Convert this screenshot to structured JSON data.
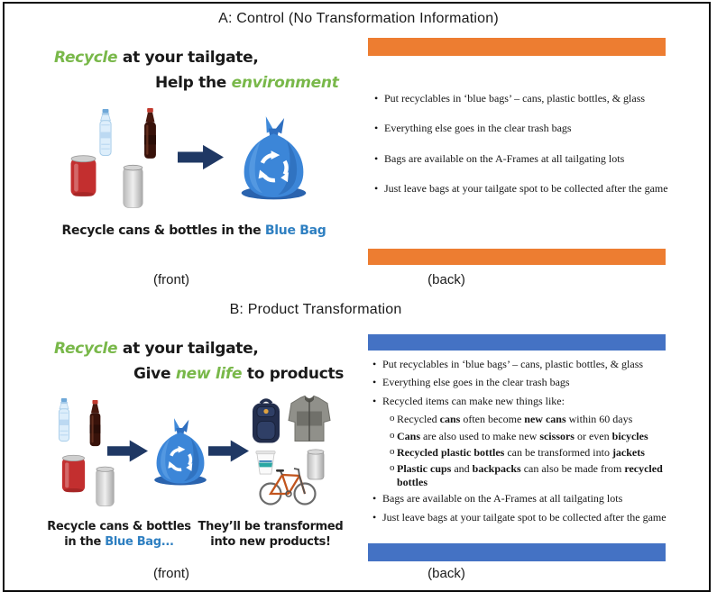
{
  "colors": {
    "orange_bar": "#ED7D31",
    "blue_bar": "#4472C4",
    "green_accent": "#79B84A",
    "blue_text": "#2E7FC1",
    "arrow_navy": "#1F3864",
    "bag_blue": "#3C86D8"
  },
  "section_a": {
    "title": "A: Control (No Transformation Information)",
    "front": {
      "headline1": [
        {
          "t": "Recycle",
          "b": true,
          "i": true,
          "c": "#79B84A"
        },
        {
          "t": " at your tailgate,",
          "b": true
        }
      ],
      "headline2": [
        {
          "t": "Help the ",
          "b": true
        },
        {
          "t": "environment",
          "b": true,
          "i": true,
          "c": "#79B84A"
        }
      ],
      "caption": [
        {
          "t": "Recycle cans & bottles in the ",
          "b": true
        },
        {
          "t": "Blue Bag",
          "b": true,
          "c": "#2E7FC1"
        }
      ],
      "label": "(front)"
    },
    "back": {
      "bullets": [
        "Put recyclables in ‘blue bags’ – cans, plastic bottles, & glass",
        "Everything else goes in the clear trash bags",
        "Bags are available on the A-Frames at all tailgating lots",
        "Just leave bags at your tailgate spot to be collected after the game"
      ],
      "label": "(back)"
    }
  },
  "section_b": {
    "title": "B: Product Transformation",
    "front": {
      "headline1": [
        {
          "t": "Recycle",
          "b": true,
          "i": true,
          "c": "#79B84A"
        },
        {
          "t": " at your tailgate,",
          "b": true
        }
      ],
      "headline2": [
        {
          "t": "Give ",
          "b": true
        },
        {
          "t": "new life",
          "b": true,
          "i": true,
          "c": "#79B84A"
        },
        {
          "t": " to products",
          "b": true
        }
      ],
      "caption_left_line1": [
        {
          "t": "Recycle cans & bottles",
          "b": true
        }
      ],
      "caption_left_line2": [
        {
          "t": "in the ",
          "b": true
        },
        {
          "t": "Blue Bag...",
          "b": true,
          "c": "#2E7FC1"
        }
      ],
      "caption_right_line1": [
        {
          "t": "They’ll be transformed",
          "b": true
        }
      ],
      "caption_right_line2": [
        {
          "t": "into new products!",
          "b": true
        }
      ],
      "label": "(front)"
    },
    "back": {
      "bullets": [
        {
          "indent": 0,
          "segments": [
            {
              "t": "Put recyclables in ‘blue bags’ – cans, plastic bottles, & glass"
            }
          ]
        },
        {
          "indent": 0,
          "segments": [
            {
              "t": "Everything else goes in the clear trash bags"
            }
          ]
        },
        {
          "indent": 0,
          "segments": [
            {
              "t": "Recycled items can make new things like:"
            }
          ]
        },
        {
          "indent": 1,
          "segments": [
            {
              "t": "Recycled "
            },
            {
              "t": "cans",
              "b": true
            },
            {
              "t": " often become "
            },
            {
              "t": "new cans",
              "b": true
            },
            {
              "t": " within 60 days"
            }
          ]
        },
        {
          "indent": 1,
          "segments": [
            {
              "t": "Cans",
              "b": true
            },
            {
              "t": " are also used to make new "
            },
            {
              "t": "scissors",
              "b": true
            },
            {
              "t": " or even "
            },
            {
              "t": "bicycles",
              "b": true
            }
          ]
        },
        {
          "indent": 1,
          "segments": [
            {
              "t": "Recycled plastic bottles",
              "b": true
            },
            {
              "t": " can be transformed into "
            },
            {
              "t": "jackets",
              "b": true
            }
          ]
        },
        {
          "indent": 1,
          "segments": [
            {
              "t": "Plastic cups",
              "b": true
            },
            {
              "t": " and "
            },
            {
              "t": "backpacks",
              "b": true
            },
            {
              "t": " can also be made from "
            },
            {
              "t": "recycled bottles",
              "b": true
            }
          ]
        },
        {
          "indent": 0,
          "segments": [
            {
              "t": "Bags are available on the A-Frames at all tailgating lots"
            }
          ]
        },
        {
          "indent": 0,
          "segments": [
            {
              "t": "Just leave bags at your tailgate spot to be collected after the game"
            }
          ]
        }
      ],
      "label": "(back)"
    }
  },
  "images": {
    "recyclable_items": [
      "water-bottle",
      "soda-bottle",
      "red-can",
      "silver-can"
    ],
    "bag": "blue-recycling-bag",
    "arrow": "arrow-right",
    "product_items": [
      "backpack",
      "fleece-jacket",
      "plastic-cup",
      "bicycle",
      "metal-tumbler"
    ]
  }
}
